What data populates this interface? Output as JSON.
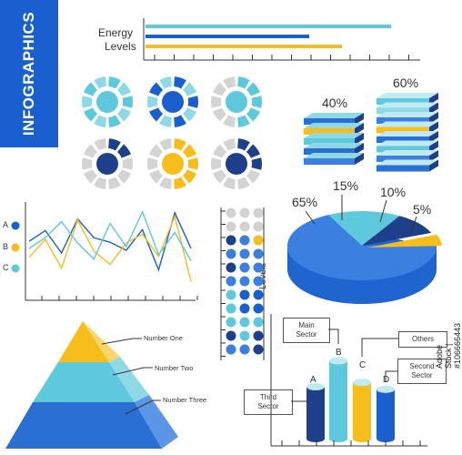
{
  "title": "INFOGRAPHICS",
  "watermark": "Adobe Stock | #106666443",
  "colors": {
    "blue": "#1a5fd0",
    "mid": "#3b7fe0",
    "light": "#5ec8dc",
    "navy": "#1e3f8a",
    "yellow": "#f6bd1b",
    "gray": "#d7d7d7",
    "light2": "#8fd9e6"
  },
  "energy": {
    "label_line1": "Energy",
    "label_line2": "Levels",
    "bars": [
      {
        "color": "light",
        "value": 0.9
      },
      {
        "color": "blue",
        "value": 0.6
      },
      {
        "color": "yellow",
        "value": 0.72
      }
    ]
  },
  "donuts": [
    {
      "accent": "light",
      "inner": "light",
      "filled": [
        0,
        1,
        2,
        3,
        4,
        5,
        6,
        7,
        8,
        9
      ]
    },
    {
      "accent": "blue",
      "inner": "blue",
      "filled": [
        0,
        1,
        2,
        3,
        4,
        5,
        6,
        7,
        8,
        9
      ]
    },
    {
      "accent": "light",
      "inner": "light",
      "filled": [
        0,
        1,
        2,
        3,
        4
      ]
    },
    {
      "accent": "navy",
      "inner": "navy",
      "filled": [
        0,
        1
      ]
    },
    {
      "accent": "yellow",
      "inner": "yellow",
      "filled": [
        0,
        1,
        2,
        3,
        4
      ]
    },
    {
      "accent": "navy",
      "inner": "navy",
      "filled": [
        0,
        1,
        2
      ]
    }
  ],
  "stacks": {
    "left_label": "40%",
    "right_label": "60%"
  },
  "line_chart": {
    "type": "line",
    "legend": [
      "A",
      "B",
      "C"
    ],
    "series": [
      {
        "name": "A",
        "color": "blue",
        "values": [
          58,
          70,
          45,
          83,
          62,
          57,
          48,
          71,
          26,
          90,
          50
        ]
      },
      {
        "name": "B",
        "color": "yellow",
        "values": [
          40,
          60,
          28,
          82,
          47,
          32,
          56,
          66,
          41,
          86,
          13
        ]
      },
      {
        "name": "C",
        "color": "light",
        "values": [
          50,
          62,
          80,
          56,
          38,
          78,
          52,
          91,
          43,
          68,
          36
        ]
      }
    ]
  },
  "dot_grid": {
    "axis_label": "Levels",
    "rows": [
      [
        "gray",
        "gray",
        "gray"
      ],
      [
        "gray",
        "gray",
        "gray"
      ],
      [
        "navy",
        "mid",
        "yellow"
      ],
      [
        "mid",
        "mid",
        "mid"
      ],
      [
        "navy",
        "mid",
        "mid"
      ],
      [
        "mid",
        "mid",
        "mid"
      ],
      [
        "light",
        "blue",
        "blue"
      ],
      [
        "light",
        "blue",
        "blue"
      ],
      [
        "light",
        "light",
        "light"
      ],
      [
        "navy",
        "light",
        "navy"
      ],
      [
        "mid",
        "mid",
        "navy"
      ]
    ]
  },
  "pie": {
    "type": "pie",
    "slices": [
      {
        "label": "65%",
        "value": 65,
        "color": "mid"
      },
      {
        "label": "15%",
        "value": 15,
        "color": "light"
      },
      {
        "label": "10%",
        "value": 10,
        "color": "navy"
      },
      {
        "label": "5%",
        "value": 5,
        "color": "yellow"
      }
    ]
  },
  "pyramid": {
    "labels": [
      "Number One",
      "Number Two",
      "Number Three"
    ]
  },
  "bars3d": {
    "type": "bar",
    "categories": [
      "A",
      "B",
      "C",
      "D"
    ],
    "values": [
      60,
      90,
      65,
      57
    ],
    "colors": [
      "navy",
      "light",
      "yellow",
      "blue"
    ],
    "callouts": [
      "Main Sector",
      "Others",
      "Second Sector",
      "Third Sector"
    ]
  }
}
